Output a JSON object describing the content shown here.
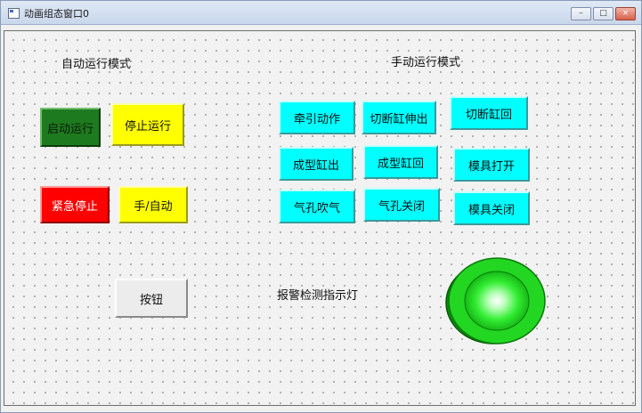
{
  "window": {
    "title": "动画组态窗口0",
    "controls": {
      "minimize": "–",
      "maximize": "□",
      "close": "×"
    }
  },
  "auto_section": {
    "title": "自动运行模式",
    "buttons": {
      "start": "启动运行",
      "stop": "停止运行",
      "emergency_stop": "紧急停止",
      "manual_auto": "手/自动"
    }
  },
  "manual_section": {
    "title": "手动运行模式",
    "buttons": {
      "traction": "牵引动作",
      "cut_cylinder_extend": "切断缸伸出",
      "cut_cylinder_return": "切断缸回",
      "forming_cylinder_out": "成型缸出",
      "forming_cylinder_return": "成型缸回",
      "mold_open": "模具打开",
      "air_hole_blow": "气孔吹气",
      "air_hole_close": "气孔关闭",
      "mold_close": "模具关闭"
    }
  },
  "misc": {
    "generic_button": "按钮",
    "alarm_lamp_label": "报警检测指示灯"
  },
  "colors": {
    "start_button": "#1e7a1e",
    "stop_button": "#ffff00",
    "emergency_button": "#ff0000",
    "manual_buttons": "#00ffff",
    "lamp": "#22dd22"
  },
  "icons": {
    "window": "window-icon",
    "lamp": "indicator-lamp-icon"
  }
}
